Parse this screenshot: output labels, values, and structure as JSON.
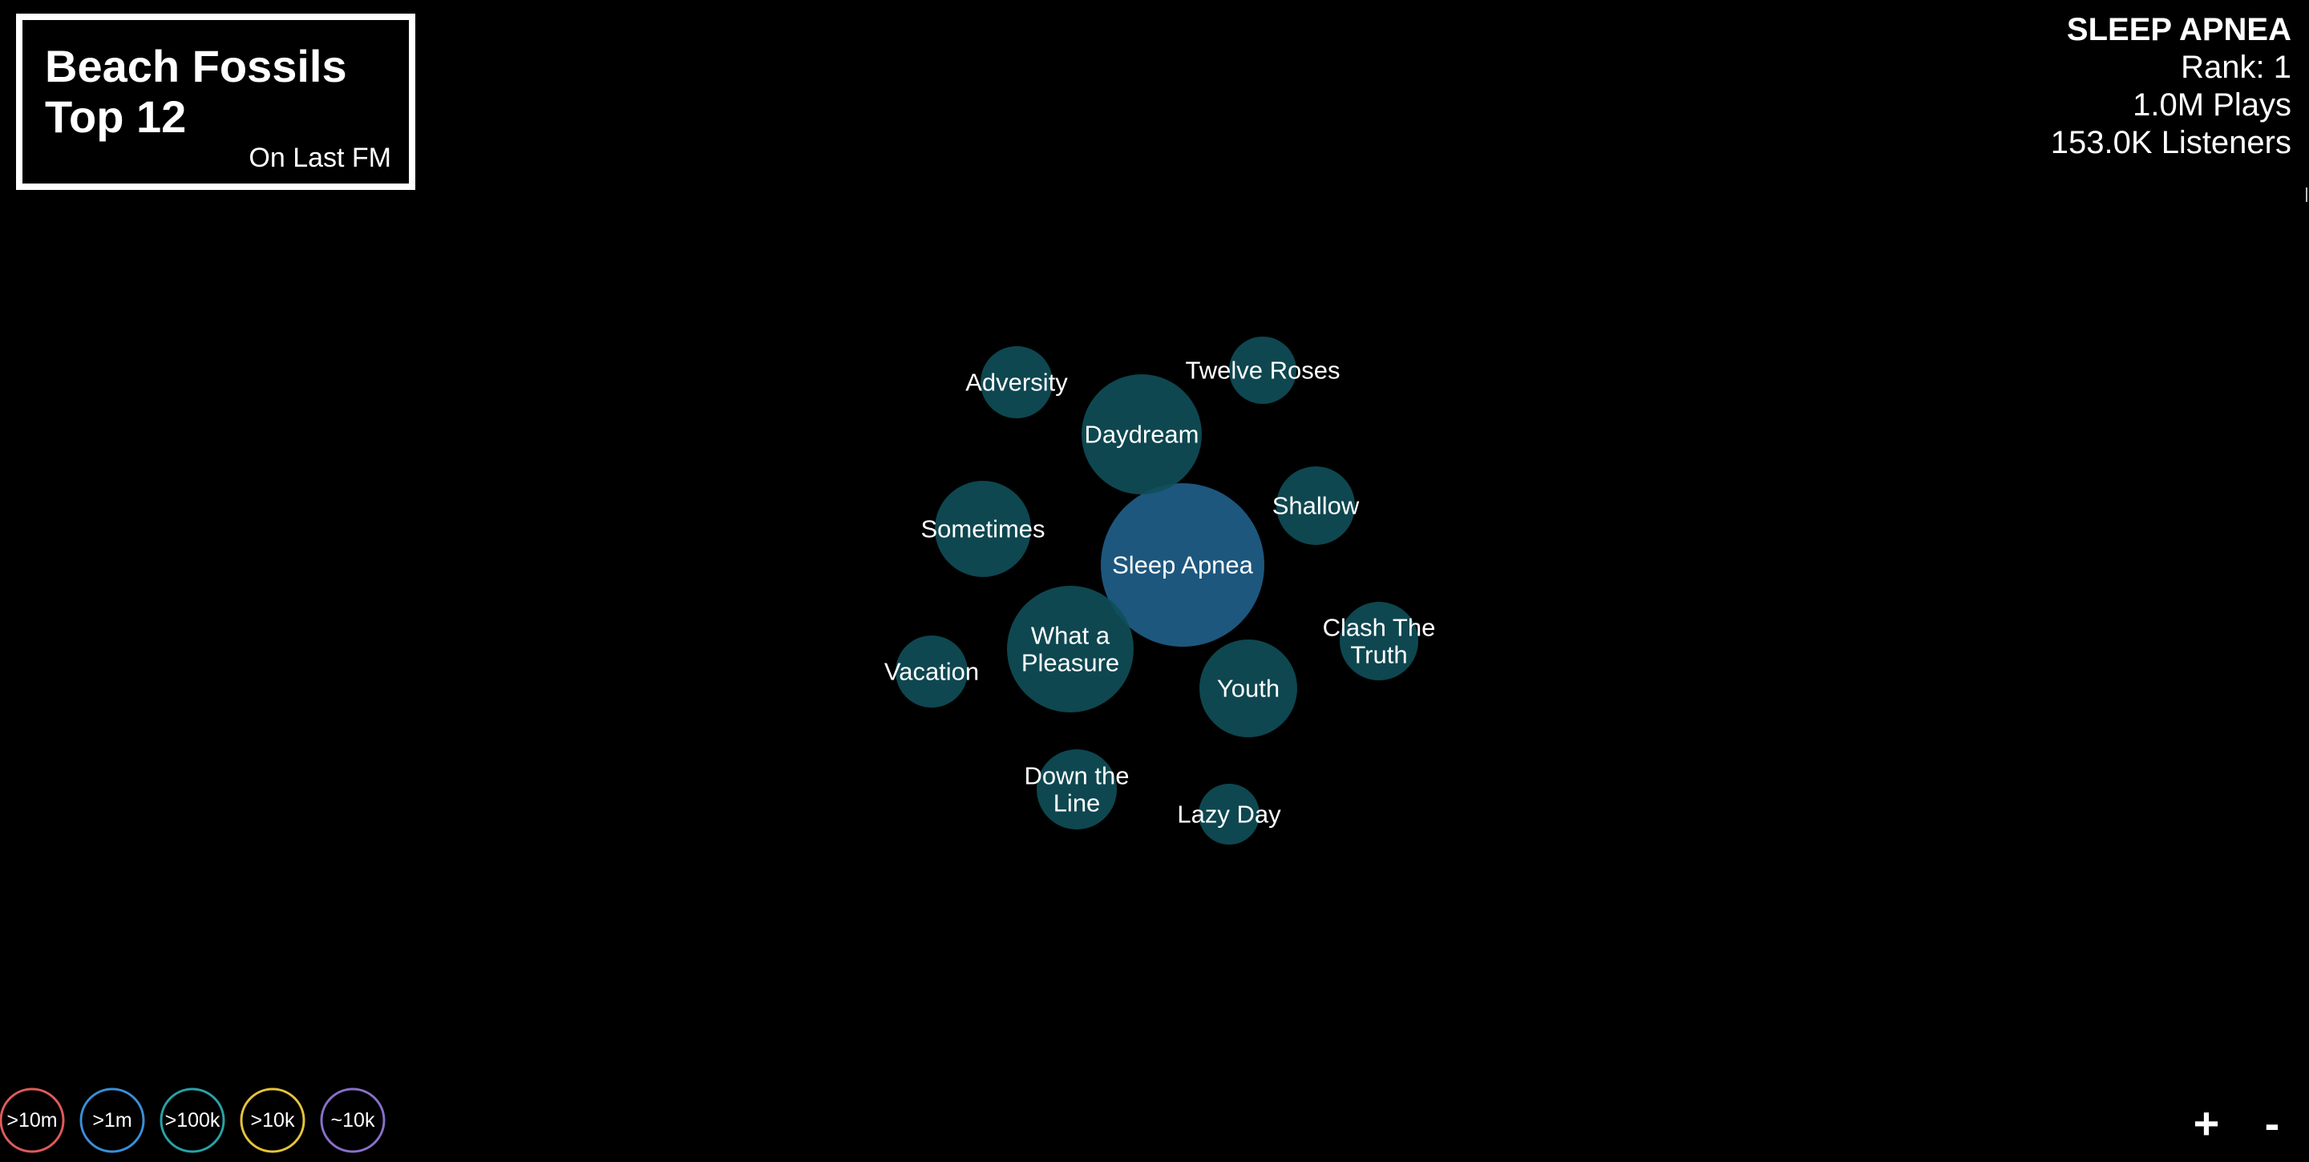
{
  "title": {
    "line1": "Beach Fossils",
    "line2": "Top 12",
    "subtitle": "On Last FM"
  },
  "selected": {
    "name": "SLEEP APNEA",
    "rank": "Rank: 1",
    "plays": "1.0M Plays",
    "listeners": "153.0K Listeners"
  },
  "colors": {
    "background": "#000000",
    "bubble_fill": "#0f4f59",
    "bubble_selected_fill": "#1f5c85",
    "text": "#ffffff",
    "legend_10m": "#e05a5a",
    "legend_1m": "#3a8fd8",
    "legend_100k": "#27a3a8",
    "legend_10k": "#e6c33a",
    "legend_approx_10k": "#8a6fc9"
  },
  "legend": [
    {
      "label": ">10m",
      "color": "#e05a5a"
    },
    {
      "label": ">1m",
      "color": "#3a8fd8"
    },
    {
      "label": ">100k",
      "color": "#27a3a8"
    },
    {
      "label": ">10k",
      "color": "#e6c33a"
    },
    {
      "label": "~10k",
      "color": "#8a6fc9"
    }
  ],
  "tracks": [
    {
      "name": "Sleep Apnea",
      "lines": [
        "Sleep Apnea"
      ],
      "selected": true
    },
    {
      "name": "Daydream",
      "lines": [
        "Daydream"
      ]
    },
    {
      "name": "What a Pleasure",
      "lines": [
        "What a",
        "Pleasure"
      ]
    },
    {
      "name": "Youth",
      "lines": [
        "Youth"
      ]
    },
    {
      "name": "Sometimes",
      "lines": [
        "Sometimes"
      ]
    },
    {
      "name": "Shallow",
      "lines": [
        "Shallow"
      ]
    },
    {
      "name": "Clash The Truth",
      "lines": [
        "Clash The",
        "Truth"
      ]
    },
    {
      "name": "Adversity",
      "lines": [
        "Adversity"
      ]
    },
    {
      "name": "Twelve Roses",
      "lines": [
        "Twelve Roses"
      ]
    },
    {
      "name": "Vacation",
      "lines": [
        "Vacation"
      ]
    },
    {
      "name": "Down the Line",
      "lines": [
        "Down the",
        "Line"
      ]
    },
    {
      "name": "Lazy Day",
      "lines": [
        "Lazy Day"
      ]
    }
  ],
  "controls": {
    "zoom_in": "+",
    "zoom_out": "-"
  }
}
